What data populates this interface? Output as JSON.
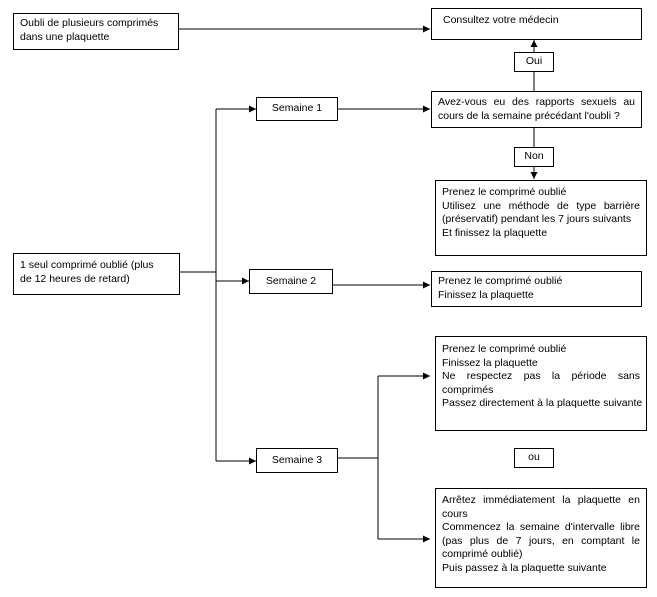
{
  "colors": {
    "line": "#000000",
    "background": "#ffffff"
  },
  "start": {
    "multiple_missed": [
      "Oubli de plusieurs comprimés",
      "dans une plaquette"
    ],
    "single_missed": [
      "1 seul comprimé oublié (plus",
      "de 12 heures de retard)"
    ]
  },
  "weeks": {
    "week1": "Semaine 1",
    "week2": "Semaine 2",
    "week3": "Semaine 3"
  },
  "consult_doctor": "Consultez votre médecin",
  "question": {
    "lines": [
      "Avez-vous eu des rapports sexuels au",
      "cours de la semaine précédant l'oubli ?"
    ],
    "yes_label": "Oui",
    "no_label": "Non"
  },
  "week1_actions": [
    "Prenez le comprimé oublié",
    "Utilisez une méthode de type barrière",
    "(préservatif) pendant les 7 jours suivants",
    "Et finissez la plaquette"
  ],
  "week2_actions": [
    "Prenez le comprimé oublié",
    "Finissez la plaquette"
  ],
  "week3_option_a": [
    "Prenez le comprimé oublié",
    "Finissez la plaquette",
    "Ne respectez pas la période sans",
    "comprimés",
    "Passez directement à la plaquette suivante"
  ],
  "or_label": "ou",
  "week3_option_b": [
    "Arrêtez immédiatement la plaquette en",
    "cours",
    "Commencez la semaine d'intervalle libre",
    "(pas plus de 7 jours, en comptant le",
    "comprimé oublié)",
    "Puis passez à la plaquette suivante"
  ]
}
